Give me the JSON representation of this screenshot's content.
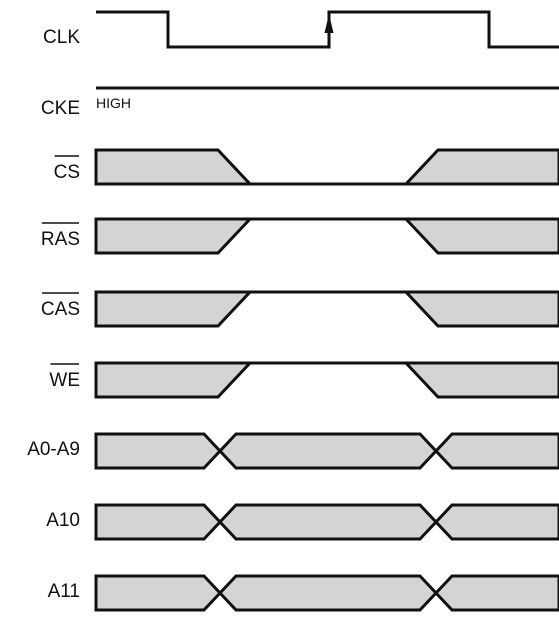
{
  "signals": {
    "clk": {
      "label": "CLK"
    },
    "cke": {
      "label": "CKE",
      "level": "HIGH"
    },
    "cs": {
      "label": "CS",
      "active_low": true
    },
    "ras": {
      "label": "RAS",
      "active_low": true
    },
    "cas": {
      "label": "CAS",
      "active_low": true
    },
    "we": {
      "label": "WE",
      "active_low": true
    },
    "a0_a9": {
      "label": "A0-A9"
    },
    "a10": {
      "label": "A10"
    },
    "a11": {
      "label": "A11"
    }
  },
  "colors": {
    "line": "#111111",
    "bus_fill": "#d4d4d4",
    "background": "#ffffff"
  },
  "icons": {
    "clock_edge_marker": "up-arrow-icon"
  }
}
